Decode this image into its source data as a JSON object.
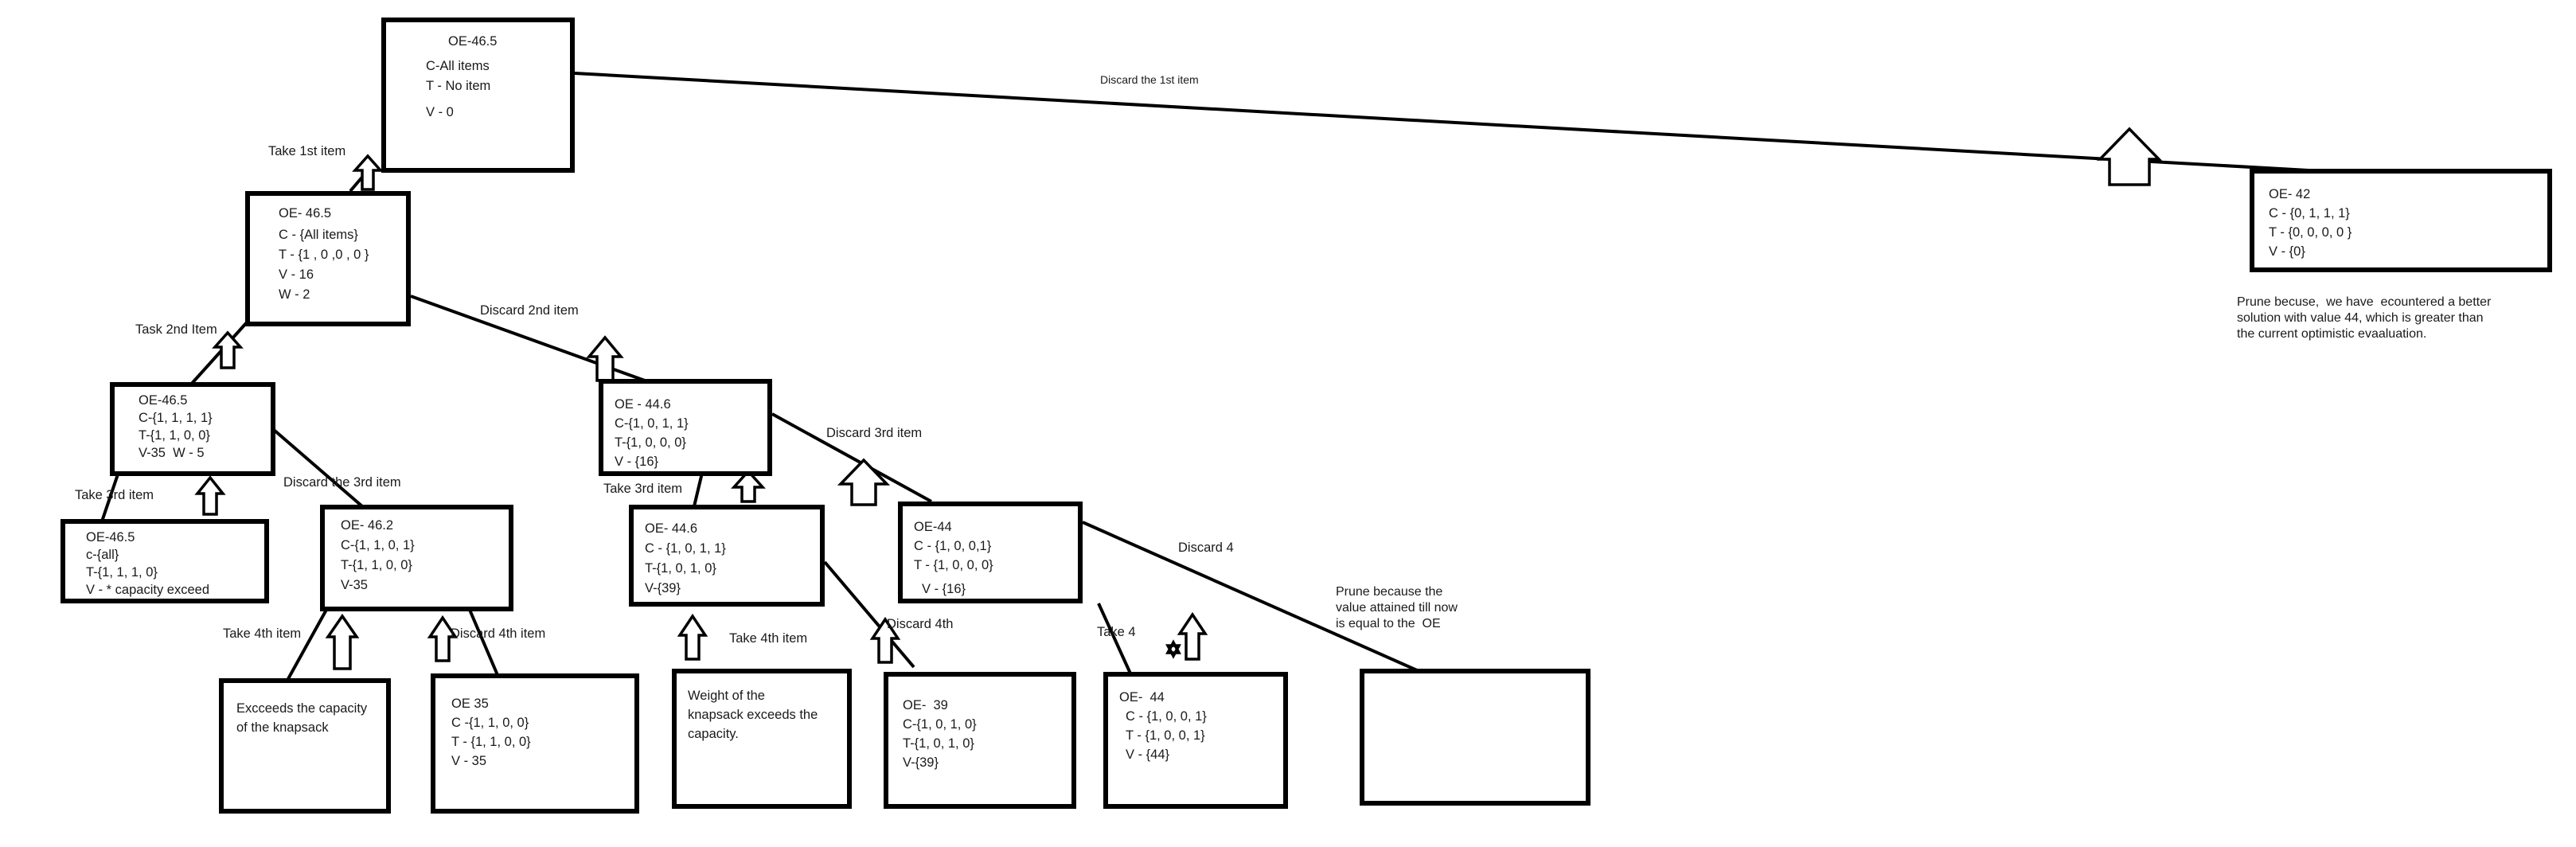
{
  "nodes": {
    "root": {
      "oe": "OE-46.5",
      "c": "C-All items",
      "t": "T - No item",
      "v": "V - 0"
    },
    "n1": {
      "oe": "OE- 46.5",
      "c": "C - {All items}",
      "t": "T - {1 , 0 ,0 , 0 }",
      "v": "V - 16",
      "w": "W - 2"
    },
    "n2": {
      "oe": "OE-46.5",
      "c": "C-{1, 1, 1, 1}",
      "t": "T-{1, 1, 0, 0}",
      "vw": "V-35  W - 5"
    },
    "n3": {
      "oe": "OE-46.5",
      "c": "c-{all}",
      "t": "T-{1, 1, 1, 0}",
      "v": "V - * capacity exceed"
    },
    "n4": {
      "oe": "OE- 46.2",
      "c": "C-{1, 1, 0, 1}",
      "t": "T-{1, 1, 0, 0}",
      "v": "V-35"
    },
    "n5": {
      "text": "Excceeds the capacity\nof the knapsack"
    },
    "n6": {
      "oe": "OE 35",
      "c": "C -{1, 1, 0, 0}",
      "t": "T - {1, 1, 0, 0}",
      "v": "V - 35"
    },
    "n7": {
      "oe": "OE - 44.6",
      "c": "C-{1, 0, 1, 1}",
      "t": "T-{1, 0, 0, 0}",
      "v": "V - {16}"
    },
    "n8": {
      "oe": "OE- 44.6",
      "c": "C - {1, 0, 1, 1}",
      "t": "T-{1, 0, 1, 0}",
      "v": "V-{39}"
    },
    "n9": {
      "text": "Weight of the\nknapsack exceeds the\ncapacity."
    },
    "n10": {
      "oe": "OE-  39",
      "c": "C-{1, 0, 1, 0}",
      "t": "T-{1, 0, 1, 0}",
      "v": "V-{39}"
    },
    "n11": {
      "oe": "OE-44",
      "c": "C - {1, 0, 0,1}",
      "t": "T - {1, 0, 0, 0}",
      "v": "V - {16}"
    },
    "n12": {
      "oe": "OE-  44",
      "c": "C - {1, 0, 0, 1}",
      "t": "T - {1, 0, 0, 1}",
      "v": "V - {44}"
    },
    "n13": {
      "text": ""
    },
    "n14": {
      "oe": "OE- 42",
      "c": "C - {0, 1, 1, 1}",
      "t": "T - {0, 0, 0, 0 }",
      "v": "V - {0}"
    }
  },
  "edge_labels": {
    "take_1st": "Take 1st item",
    "discard_1st": "Discard the 1st item",
    "task_2nd": "Task 2nd Item",
    "discard_2nd": "Discard 2nd item",
    "take_3rd_a": "Take 3rd item",
    "discard_3rd_a": "Discard the 3rd item",
    "take_3rd_b": "Take 3rd item",
    "discard_3rd_b": "Discard 3rd item",
    "take_4th_a": "Take 4th item",
    "discard_4th_a": "Discard 4th item",
    "take_4th_b": "Take 4th item",
    "discard_4th_b": "Discard 4th",
    "take_4": "Take 4",
    "discard_4": "Discard 4"
  },
  "notes": {
    "prune_oe": "Prune because the\nvalue attained till now\nis equal to the  OE",
    "prune_better": "Prune becuse,  we have  ecountered a better\nsolution with value 44, which is greater than\nthe current optimistic evaaluation."
  }
}
